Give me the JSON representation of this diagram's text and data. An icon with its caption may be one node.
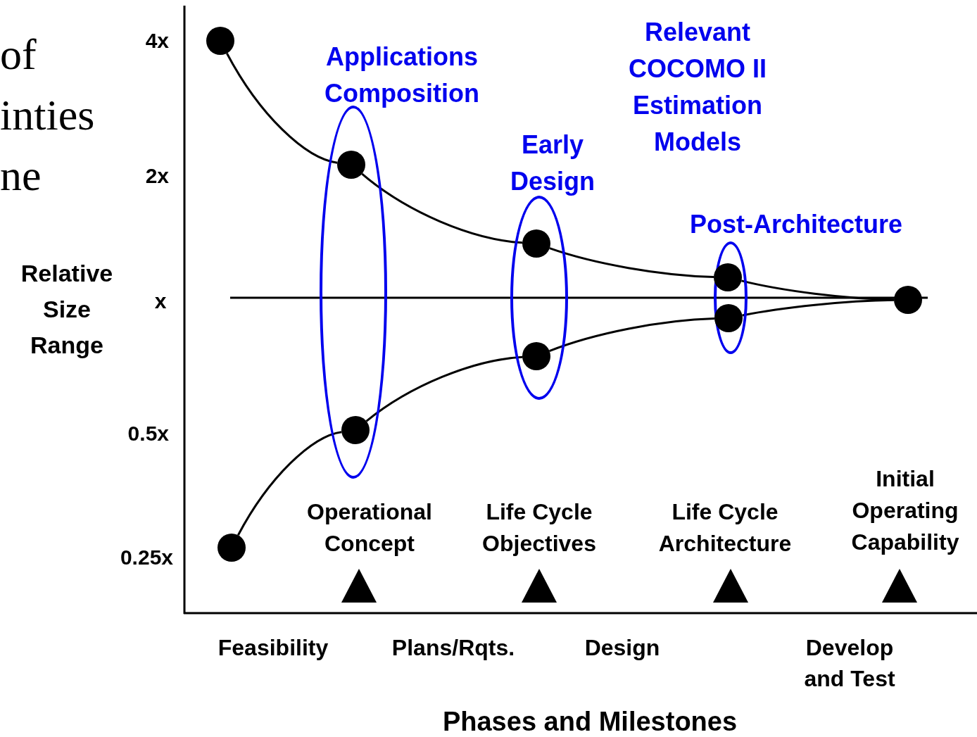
{
  "diagram": {
    "nodes": [
      {
        "text": [],
        "shape": "circle"
      },
      {
        "text": [
          "Applications Composition"
        ]
      },
      {
        "text": [],
        "shape": "circle",
        "in": 1
      },
      {
        "text": [],
        "shape": "circle",
        "in": 1
      },
      {
        "text": [
          "Early Design"
        ]
      },
      {
        "text": [],
        "shape": "circle",
        "in": 4
      },
      {
        "text": [],
        "shape": "circle",
        "in": 4
      },
      {
        "text": [
          "Post-Architecture"
        ]
      },
      {
        "text": [],
        "shape": "circle",
        "in": 7
      },
      {
        "text": [],
        "shape": "circle",
        "in": 7
      },
      {
        "text": [],
        "shape": "circle"
      },
      {
        "text": [],
        "shape": "circle"
      }
    ],
    "edges": [
      {
        "from": 0,
        "to": 2,
        "arrow": "none"
      },
      {
        "from": 2,
        "to": 5,
        "arrow": "none"
      },
      {
        "from": 5,
        "to": 8,
        "arrow": "none"
      },
      {
        "from": 8,
        "to": 11,
        "arrow": "none"
      },
      {
        "from": 10,
        "to": 3,
        "arrow": "none"
      },
      {
        "from": 3,
        "to": 6,
        "arrow": "none"
      },
      {
        "from": 6,
        "to": 9,
        "arrow": "none"
      },
      {
        "from": 9,
        "to": 11,
        "arrow": "none"
      }
    ],
    "labels": [
      "of",
      "inties",
      "ne",
      "4x",
      "Relevant COCOMO II Estimation Models",
      "2x",
      "Relative Size Range",
      "x",
      "0.5x",
      "Initial Operating Capability",
      "Operational Concept",
      "Life Cycle Objectives",
      "Life Cycle Architecture",
      "0.25x",
      "Feasibility",
      "Plans/Rqts.",
      "Design",
      "Develop and Test",
      "Phases and Milestones"
    ]
  }
}
